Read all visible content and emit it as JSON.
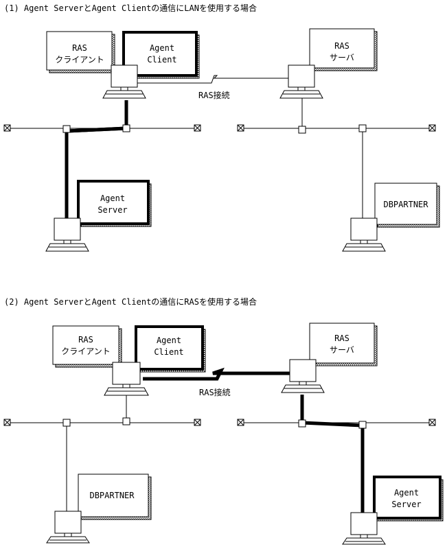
{
  "captions": {
    "lan": "(1) Agent ServerとAgent Clientの通信にLANを使用する場合",
    "ras": "(2) Agent ServerとAgent Clientの通信にRASを使用する場合"
  },
  "labels": {
    "ras_client_1": "RAS",
    "ras_client_2": "クライアント",
    "agent_client_1": "Agent",
    "agent_client_2": "Client",
    "ras_server_1": "RAS",
    "ras_server_2": "サーバ",
    "agent_server_1": "Agent",
    "agent_server_2": "Server",
    "dbpartner": "DBPARTNER",
    "ras_connection": "RAS接続"
  }
}
